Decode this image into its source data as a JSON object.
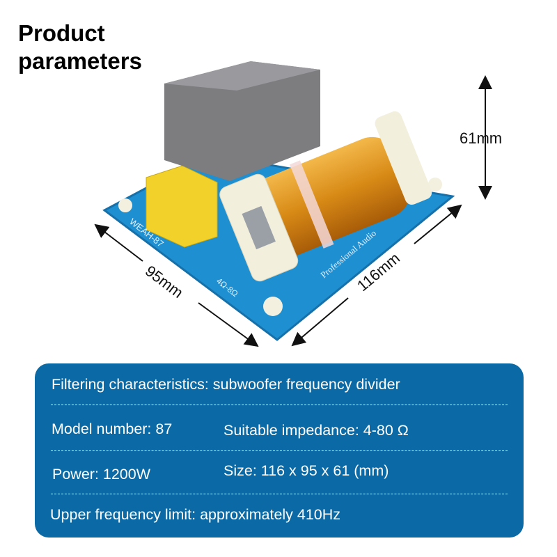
{
  "title_lines": [
    "Product",
    "parameters"
  ],
  "dimensions": {
    "height": "61mm",
    "width": "95mm",
    "length": "116mm"
  },
  "product_photo": {
    "board_labels": [
      "WEAH-87",
      "4Ω-8Ω",
      "Professional Audio"
    ]
  },
  "specs": {
    "filtering": "Filtering characteristics: subwoofer frequency divider",
    "model": "Model number: 87",
    "impedance": "Suitable impedance: 4-80 Ω",
    "power": "Power: 1200W",
    "size": "Size: 116 x 95 x 61 (mm)",
    "upper_limit": "Upper frequency limit: approximately 410Hz"
  },
  "colors": {
    "panel": "#0b6aa5",
    "board": "#1e8fd0",
    "coil": "#d9921f",
    "capacitor": "#7d7d80"
  }
}
